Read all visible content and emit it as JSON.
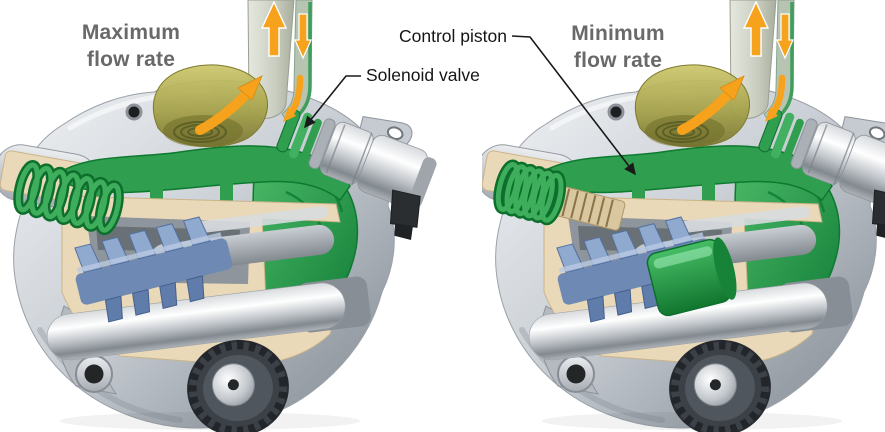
{
  "figure": {
    "description": "Cutaway illustration of a variable-flow engine oil pump shown in two states",
    "labels": {
      "left_state": {
        "line1": "Maximum",
        "line2": "flow rate"
      },
      "right_state": {
        "line1": "Minimum",
        "line2": "flow rate"
      },
      "callout_control_piston": "Control piston",
      "callout_solenoid_valve": "Solenoid valve"
    },
    "icons": {
      "flow_arrows": [
        "outlet-up-arrow",
        "return-down-arrow",
        "reservoir-diagonal-arrow",
        "solenoid-bend-arrow"
      ]
    },
    "colors": {
      "oil_passage_green": "#2f9e4e",
      "oil_passage_green_dark": "#0d6f2c",
      "arrow_orange": "#f6a21c",
      "reservoir_olive": "#b3ae4e",
      "gear_blue": "#7f9cc6",
      "housing_silver": "#c9ced4",
      "cutaway_cream": "#ead9b8",
      "sprocket_dark": "#3c4147",
      "state_label_gray": "#696969",
      "callout_black": "#151515",
      "background": "#ffffff"
    }
  }
}
